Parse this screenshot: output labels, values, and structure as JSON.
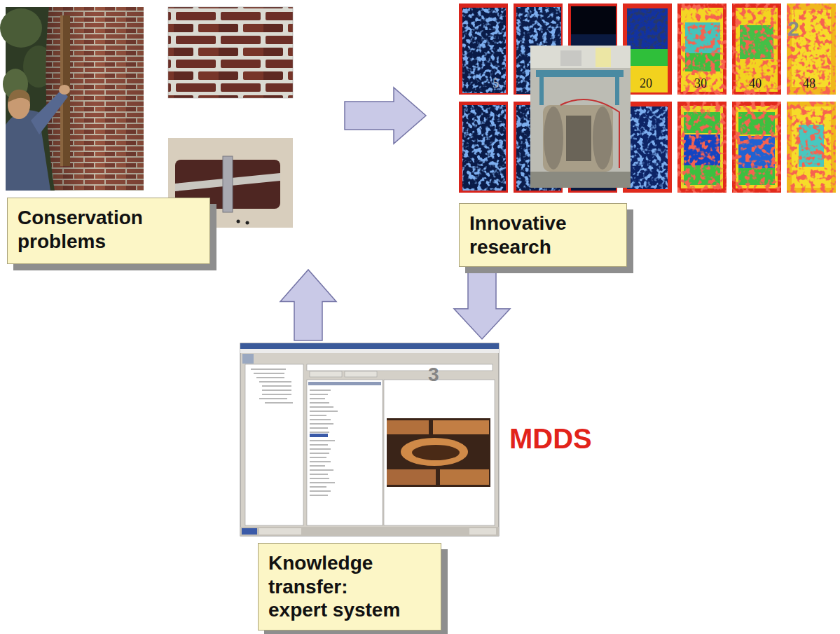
{
  "diagram": {
    "nodes": [
      {
        "text": [
          "Conservation problems"
        ]
      },
      {
        "text": [
          "Innovative research"
        ]
      },
      {
        "text": [
          "Knowledge transfer: expert system"
        ]
      }
    ],
    "edges": [
      {
        "from": 0,
        "to": 1,
        "arrow": "to"
      },
      {
        "from": 1,
        "to": 2,
        "arrow": "to"
      },
      {
        "from": 2,
        "to": 0,
        "arrow": "to"
      }
    ],
    "labels": [
      "5",
      "20",
      "30",
      "40",
      "48",
      "2",
      "3",
      "MDDS"
    ]
  }
}
